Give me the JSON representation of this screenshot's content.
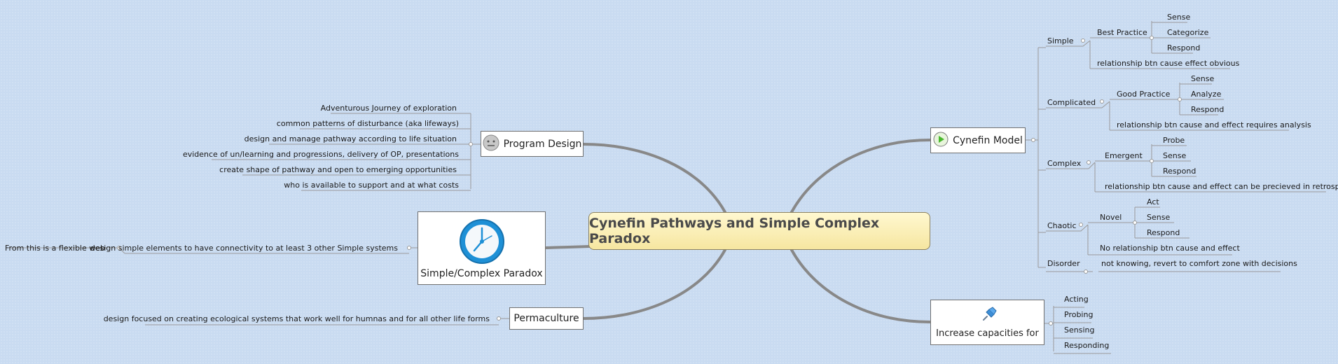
{
  "central": "Cynefin Pathways and Simple Complex Paradox",
  "program_design": {
    "label": "Program Design",
    "items": [
      "Adventurous Journey of exploration",
      "common patterns of disturbance (aka lifeways)",
      "design and manage pathway according to life situation",
      "evidence of un/learning and progressions, delivery of OP, presentations",
      "create shape of pathway and open to emerging opportunities",
      "who is available to support and at what costs"
    ]
  },
  "paradox": {
    "label": "Simple/Complex Paradox",
    "child": "design simple elements to have connectivity to at least 3 other Simple systems",
    "grandchild": "From this is a flexible web"
  },
  "permaculture": {
    "label": "Permaculture",
    "child": "design focused on creating ecological systems that work well for humnas and for all other life forms"
  },
  "cynefin": {
    "label": "Cynefin Model",
    "simple": {
      "label": "Simple",
      "practice": "Best Practice",
      "steps": [
        "Sense",
        "Categorize",
        "Respond"
      ],
      "relation": "relationship btn cause effect obvious"
    },
    "complicated": {
      "label": "Complicated",
      "practice": "Good Practice",
      "steps": [
        "Sense",
        "Analyze",
        "Respond"
      ],
      "relation": "relationship btn cause and effect requires analysis"
    },
    "complex": {
      "label": "Complex",
      "practice": "Emergent",
      "steps": [
        "Probe",
        "Sense",
        "Respond"
      ],
      "relation": "relationship btn cause and effect can be precieved in retrospect"
    },
    "chaotic": {
      "label": "Chaotic",
      "practice": "Novel",
      "steps": [
        "Act",
        "Sense",
        "Respond"
      ],
      "relation": "No relationship btn cause and effect"
    },
    "disorder": {
      "label": "Disorder",
      "relation": "not knowing, revert to comfort zone with decisions"
    }
  },
  "capacities": {
    "label": "Increase capacities for",
    "items": [
      "Acting",
      "Probing",
      "Sensing",
      "Responding"
    ]
  },
  "colors": {
    "background": "#c9dbf1",
    "central_fill": "#f8edb5",
    "branch": "#858585",
    "connector": "#9a9a9a"
  }
}
